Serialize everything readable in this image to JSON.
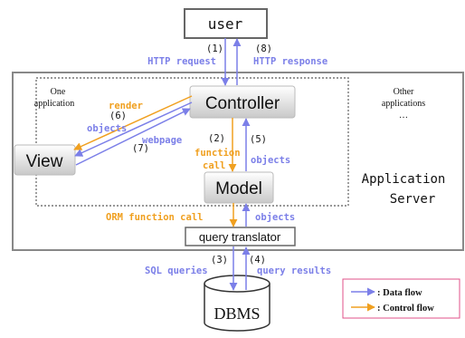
{
  "nodes": {
    "user": "user",
    "controller": "Controller",
    "view": "View",
    "model": "Model",
    "query_translator": "query translator",
    "dbms": "DBMS"
  },
  "containers": {
    "application_server": [
      "Application",
      "Server"
    ],
    "one_application": [
      "One",
      "application"
    ],
    "other_applications": [
      "Other",
      "applications",
      "…"
    ]
  },
  "steps": [
    "(1)",
    "(2)",
    "(3)",
    "(4)",
    "(5)",
    "(6)",
    "(7)",
    "(8)"
  ],
  "edge_labels": {
    "http_request": "HTTP request",
    "http_response": "HTTP response",
    "render": "render",
    "objects_view": "objects",
    "webpage": "webpage",
    "function_call": [
      "function",
      "call"
    ],
    "objects_model": "objects",
    "orm_function_call": "ORM function call",
    "objects_orm": "objects",
    "sql_queries": "SQL queries",
    "query_results": "query results"
  },
  "legend": {
    "data_flow": ": Data flow",
    "control_flow": ": Control flow"
  },
  "colors": {
    "data_flow": "#7b7fe8",
    "control_flow": "#f0a020",
    "legend_border": "#e0508a"
  }
}
